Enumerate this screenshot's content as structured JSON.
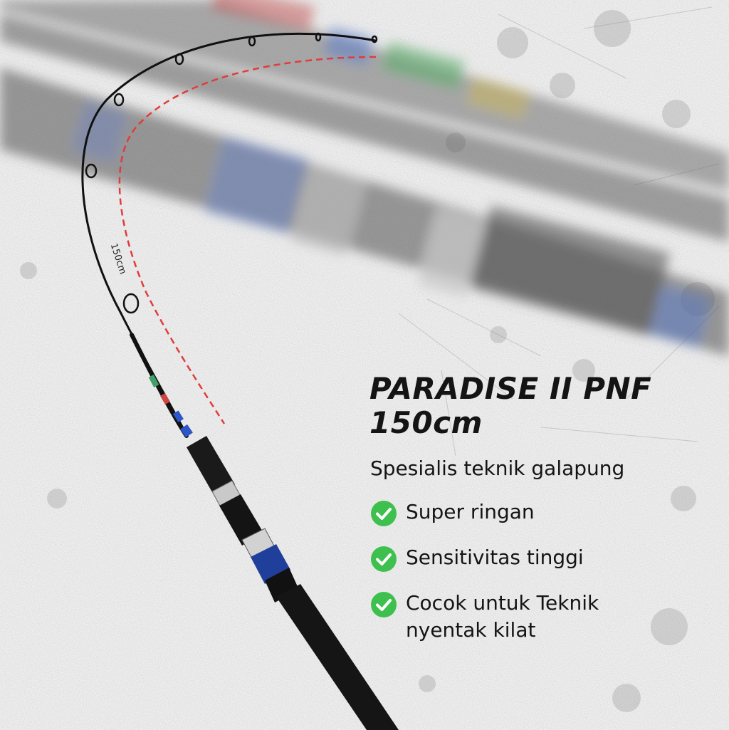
{
  "product": {
    "title_line1": "PARADISE II PNF",
    "title_line2": "150cm",
    "subtitle": "Spesialis teknik galapung"
  },
  "features": [
    {
      "text": "Super ringan"
    },
    {
      "text": "Sensitivitas tinggi"
    },
    {
      "text_line1": "Cocok untuk Teknik",
      "text_line2": "nyentak kilat"
    }
  ],
  "measurement": {
    "label": "150cm"
  },
  "colors": {
    "check": "#3ec04f",
    "dashed_line": "#e23b3b",
    "rod_accent": "#2b55c8",
    "text": "#141414"
  }
}
